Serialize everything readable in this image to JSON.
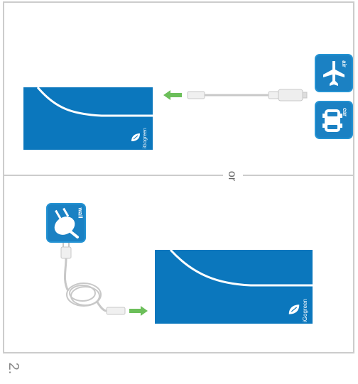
{
  "separator_text": "or",
  "step_number": "2.",
  "sources": {
    "air_label": "air",
    "car_label": "car",
    "wall_label": "wall"
  },
  "brand": {
    "name": "iGo",
    "suffix": "green"
  },
  "colors": {
    "tile_blue": "#1b81c3",
    "device_blue": "#0b77bd",
    "arrow_green": "#6cbf5a",
    "frame_gray": "#cccccc"
  }
}
